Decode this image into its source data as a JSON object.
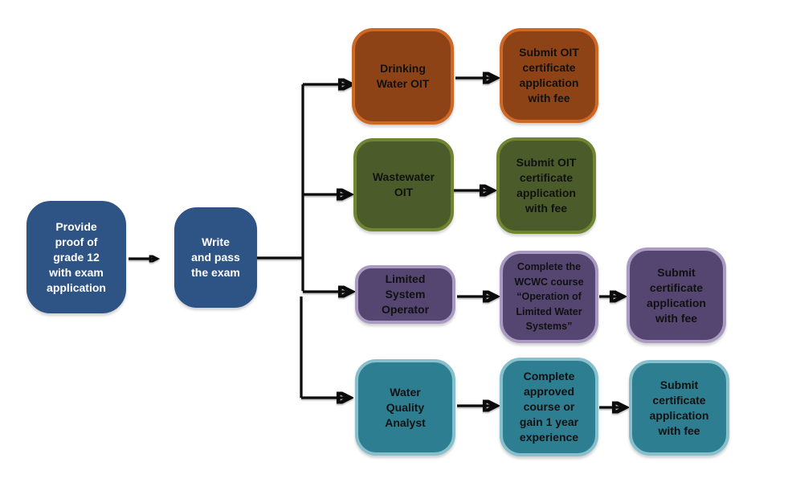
{
  "diagram": {
    "background_color": "#FFFFFF",
    "arrow_color": "#0B0B0B",
    "nodes": [
      {
        "id": "provide-proof",
        "label": "Provide\nproof of\ngrade 12\nwith exam\napplication",
        "fill": "#2E5385",
        "border": "#2E5385",
        "text_color": "#FFFFFF"
      },
      {
        "id": "write-exam",
        "label": "Write\nand pass\nthe exam",
        "fill": "#2E5385",
        "border": "#2E5385",
        "text_color": "#FFFFFF"
      },
      {
        "id": "drinking-water-oit",
        "label": "Drinking\nWater OIT",
        "fill": "#8E4317",
        "border": "#CE6925",
        "text_color": "#111111"
      },
      {
        "id": "dw-submit",
        "label": "Submit OIT\ncertificate\napplication\nwith fee",
        "fill": "#8E4317",
        "border": "#CE6925",
        "text_color": "#111111"
      },
      {
        "id": "wastewater-oit",
        "label": "Wastewater\nOIT",
        "fill": "#4B5B29",
        "border": "#6F8532",
        "text_color": "#111111"
      },
      {
        "id": "ww-submit",
        "label": "Submit OIT\ncertificate\napplication\nwith fee",
        "fill": "#4B5B29",
        "border": "#6F8532",
        "text_color": "#111111"
      },
      {
        "id": "limited-system-operator",
        "label": "Limited\nSystem\nOperator",
        "fill": "#544670",
        "border": "#A89AC0",
        "text_color": "#111111"
      },
      {
        "id": "wcwc-course",
        "label": "Complete the\nWCWC course\n“Operation of\nLimited Water\nSystems”",
        "fill": "#544670",
        "border": "#A89AC0",
        "text_color": "#111111"
      },
      {
        "id": "lso-submit",
        "label": "Submit\ncertificate\napplication\nwith fee",
        "fill": "#544670",
        "border": "#A89AC0",
        "text_color": "#111111"
      },
      {
        "id": "water-quality-analyst",
        "label": "Water\nQuality\nAnalyst",
        "fill": "#2E7E92",
        "border": "#87C0CC",
        "text_color": "#111111"
      },
      {
        "id": "wqa-course",
        "label": "Complete\napproved\ncourse or\ngain 1 year\nexperience",
        "fill": "#2E7E92",
        "border": "#87C0CC",
        "text_color": "#111111"
      },
      {
        "id": "wqa-submit",
        "label": "Submit\ncertificate\napplication\nwith fee",
        "fill": "#2E7E92",
        "border": "#87C0CC",
        "text_color": "#111111"
      }
    ],
    "edges": [
      {
        "from": "provide-proof",
        "to": "write-exam"
      },
      {
        "from": "write-exam",
        "to": "drinking-water-oit"
      },
      {
        "from": "write-exam",
        "to": "wastewater-oit"
      },
      {
        "from": "write-exam",
        "to": "limited-system-operator"
      },
      {
        "from": "write-exam",
        "to": "water-quality-analyst"
      },
      {
        "from": "drinking-water-oit",
        "to": "dw-submit"
      },
      {
        "from": "wastewater-oit",
        "to": "ww-submit"
      },
      {
        "from": "limited-system-operator",
        "to": "wcwc-course"
      },
      {
        "from": "wcwc-course",
        "to": "lso-submit"
      },
      {
        "from": "water-quality-analyst",
        "to": "wqa-course"
      },
      {
        "from": "wqa-course",
        "to": "wqa-submit"
      }
    ]
  }
}
